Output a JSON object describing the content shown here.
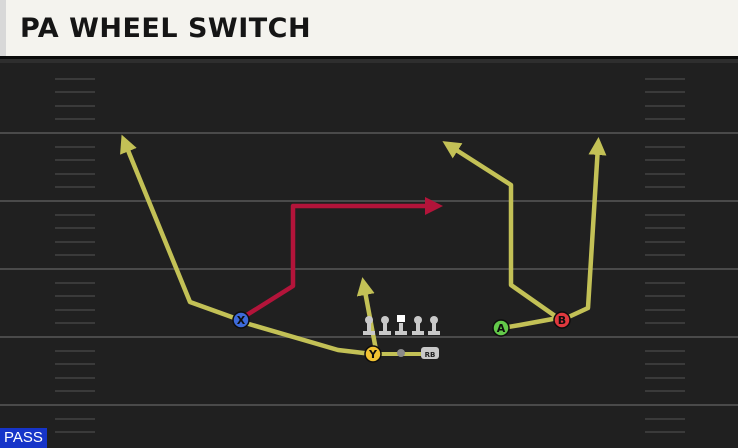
{
  "play": {
    "title": "PA WHEEL SWITCH",
    "badge": "PASS"
  },
  "colors": {
    "field": "#202020",
    "yard_line": "#4a4a4a",
    "hash": "#3a3a3a",
    "route_primary": "#c3c156",
    "route_block": "#b3143a",
    "player_x": "#3d6ad9",
    "player_y": "#f1c232",
    "player_a": "#63c94a",
    "player_b": "#e0393e",
    "lineman": "#c9c9c9",
    "badge_bg": "#1634c9"
  },
  "players": [
    {
      "id": "x",
      "label": "X",
      "color_key": "player_x"
    },
    {
      "id": "y",
      "label": "Y",
      "color_key": "player_y"
    },
    {
      "id": "a",
      "label": "A",
      "color_key": "player_a"
    },
    {
      "id": "b",
      "label": "B",
      "color_key": "player_b"
    }
  ],
  "quarterback": {
    "label": "RB"
  }
}
